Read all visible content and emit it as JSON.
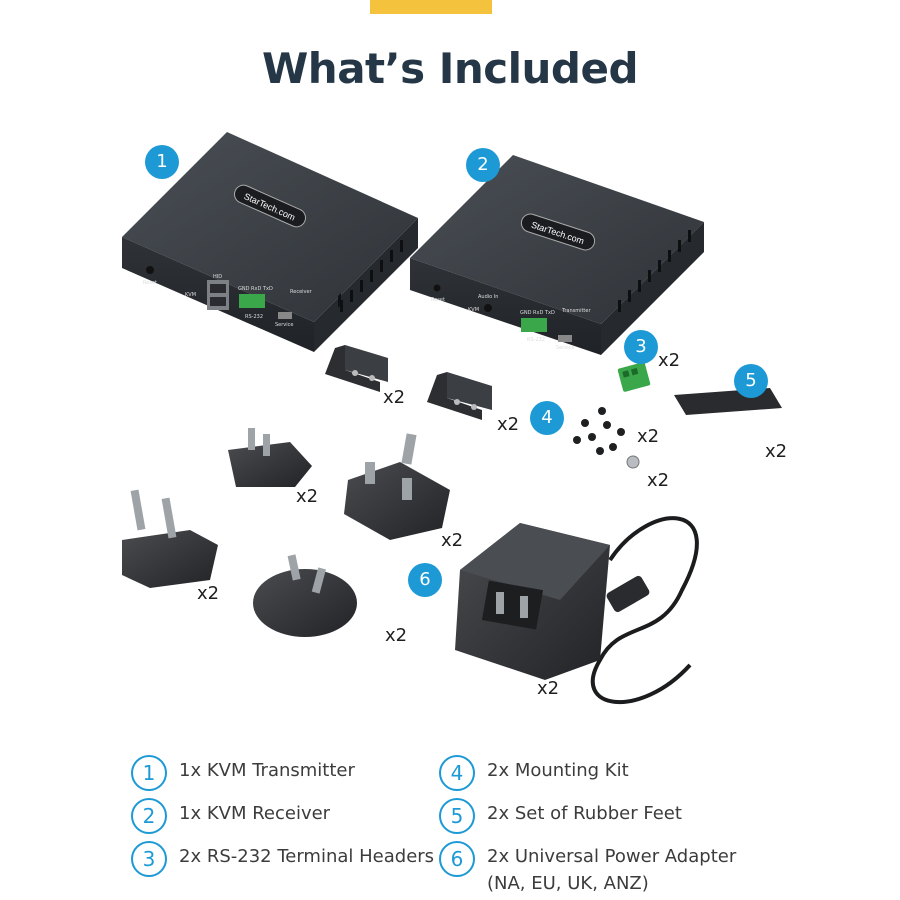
{
  "title": "What’s Included",
  "badges": [
    "1",
    "2",
    "3",
    "4",
    "5",
    "6"
  ],
  "quantities": {
    "bracket_a": "x2",
    "bracket_b": "x2",
    "headers": "x2",
    "feet": "x2",
    "screws": "x2",
    "thumb_screw": "x2",
    "plug_na": "x2",
    "plug_uk": "x2",
    "plug_eu": "x2",
    "plug_anz": "x2",
    "adapter": "x2"
  },
  "device_brand": "StarTech.com",
  "receiver_panel": {
    "reset": "Reset",
    "hid": "HID",
    "kvm": "KVM",
    "gnd_rxd_txd": "GND RxD TxD",
    "rs232": "RS-232",
    "service": "Service",
    "model": "Receiver"
  },
  "transmitter_panel": {
    "reset": "Reset",
    "audio_in": "Audio In",
    "kvm": "KVM",
    "gnd_rxd_txd": "GND RxD TxD",
    "rs232": "RS-232",
    "service": "Service",
    "model": "Transmitter"
  },
  "legend": [
    {
      "num": "1",
      "text": "1x KVM Transmitter"
    },
    {
      "num": "2",
      "text": "1x KVM Receiver"
    },
    {
      "num": "3",
      "text": "2x RS-232 Terminal Headers"
    },
    {
      "num": "4",
      "text": "2x Mounting Kit"
    },
    {
      "num": "5",
      "text": "2x Set of Rubber Feet"
    },
    {
      "num": "6",
      "text": "2x Universal Power Adapter",
      "sub": "(NA, EU, UK, ANZ)"
    }
  ],
  "colors": {
    "accent": "#1d9ad6",
    "title": "#253746",
    "top_bar": "#f5c23d",
    "terminal": "#3aa84a"
  }
}
